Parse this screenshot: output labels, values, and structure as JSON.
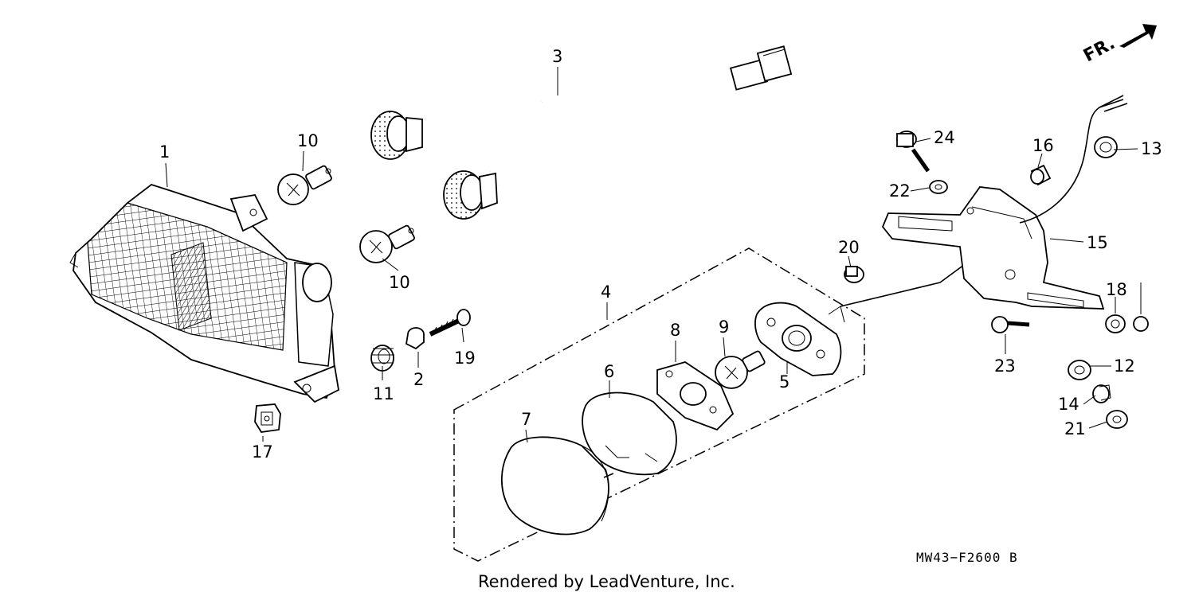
{
  "diagram": {
    "direction_label": "FR.",
    "drawing_code": "MW43−F2600 B",
    "credit": "Rendered by LeadVenture, Inc.",
    "callouts": {
      "p1": "1",
      "p2": "2",
      "p3": "3",
      "p4": "4",
      "p5": "5",
      "p6": "6",
      "p7": "7",
      "p8": "8",
      "p9": "9",
      "p10a": "10",
      "p10b": "10",
      "p11": "11",
      "p12": "12",
      "p13": "13",
      "p14": "14",
      "p15": "15",
      "p16": "16",
      "p17": "17",
      "p18": "18",
      "p19": "19",
      "p20": "20",
      "p21": "21",
      "p22": "22",
      "p23": "23",
      "p24": "24"
    }
  }
}
